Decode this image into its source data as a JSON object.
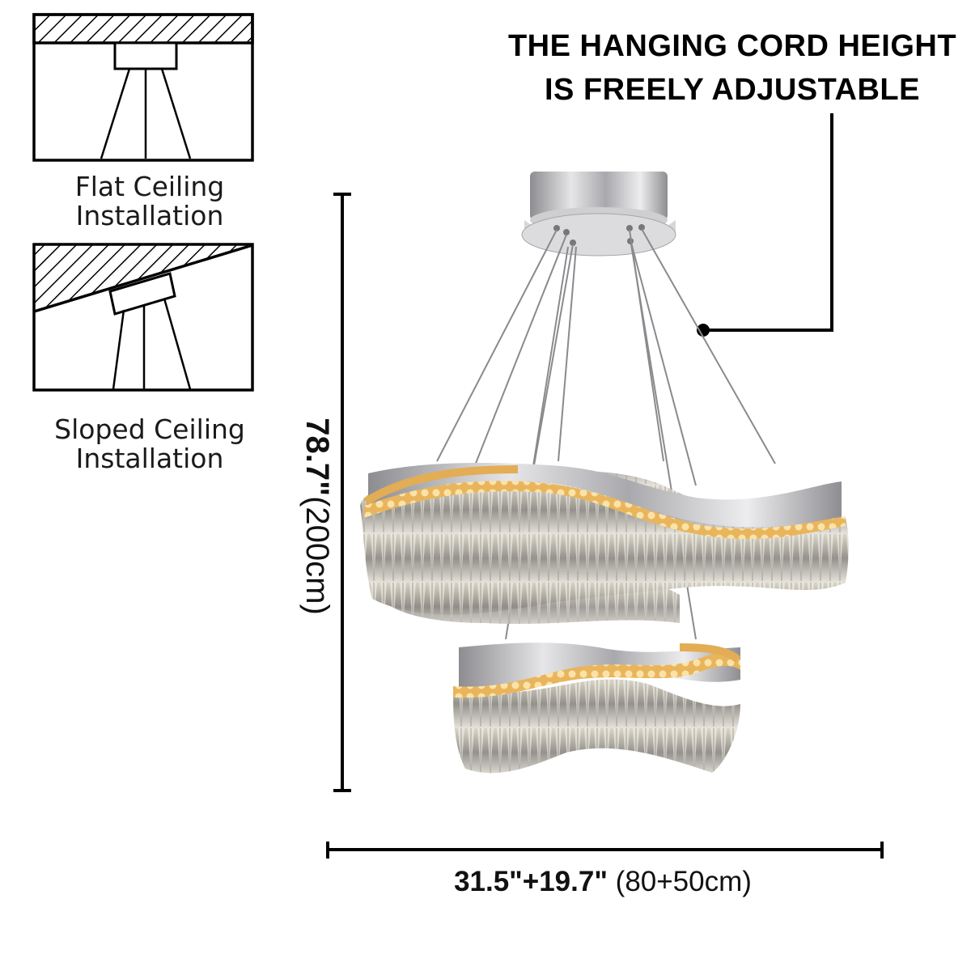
{
  "cord_note": {
    "line1": "THE HANGING CORD HEIGHT",
    "line2": "IS FREELY ADJUSTABLE"
  },
  "flat_ceiling": {
    "line1": "Flat Ceiling",
    "line2": "Installation"
  },
  "sloped_ceiling": {
    "line1": "Sloped Ceiling",
    "line2": "Installation"
  },
  "height_dim": {
    "bold": "78.7\"",
    "regular": "(200cm)"
  },
  "width_dim": {
    "bold": "31.5\"+19.7\"",
    "regular": " (80+50cm)"
  },
  "colors": {
    "line": "#000000",
    "chrome": "#c9c9cc",
    "led_amber": "#e8b45a",
    "crystal": "#bfbcb6"
  }
}
